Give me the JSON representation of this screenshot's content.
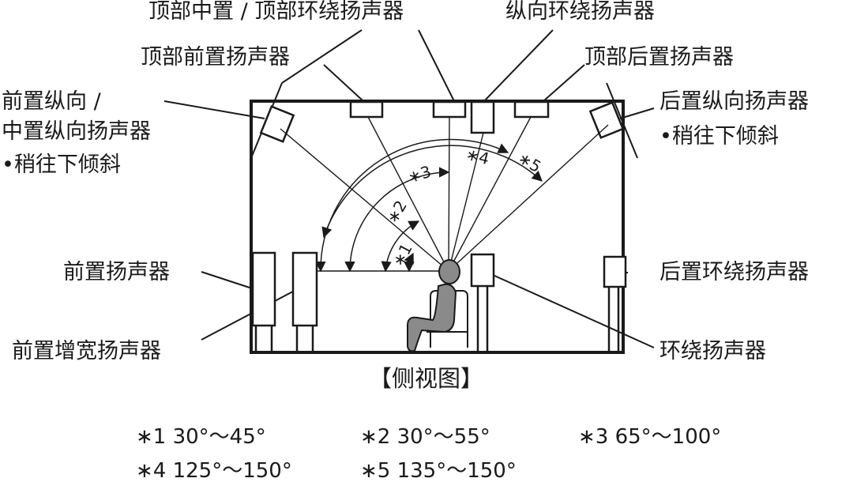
{
  "labels": {
    "top_middle": "顶部中置 / 顶部环绕扬声器",
    "vertical_surround": "纵向环绕扬声器",
    "top_front": "顶部前置扬声器",
    "top_rear": "顶部后置扬声器",
    "front_vertical_line1": "前置纵向 /",
    "front_vertical_line2": "中置纵向扬声器",
    "front_vertical_note": "•稍往下倾斜",
    "rear_vertical": "后置纵向扬声器",
    "rear_vertical_note": "•稍往下倾斜",
    "front": "前置扬声器",
    "front_wide": "前置增宽扬声器",
    "rear_surround": "后置环绕扬声器",
    "surround": "环绕扬声器"
  },
  "caption": "【侧视图】",
  "angle_marks": [
    "∗1",
    "∗2",
    "∗3",
    "∗4",
    "∗5"
  ],
  "angle_notes": [
    "∗1 30°〜45°",
    "∗2 30°〜55°",
    "∗3 65°〜100°",
    "∗4 125°〜150°",
    "∗5 135°〜150°"
  ]
}
